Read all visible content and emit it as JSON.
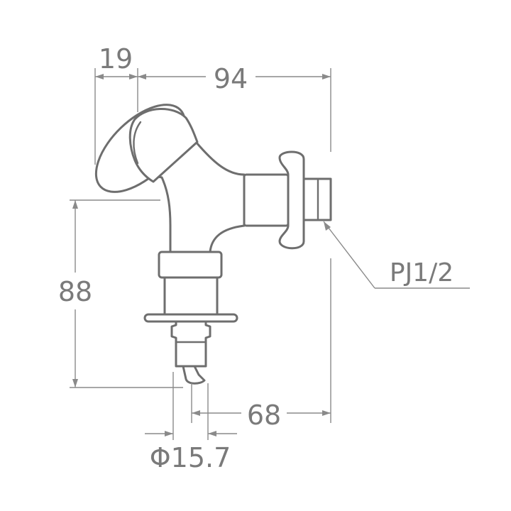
{
  "dimensions": {
    "handle_offset": "19",
    "overall_width": "94",
    "height": "88",
    "outlet_offset": "68",
    "hose_diameter": "Φ15.7"
  },
  "callout": {
    "thread_spec": "PJ1/2"
  },
  "colors": {
    "line": "#6e6e6e",
    "dimension": "#8a8a8a",
    "text": "#7a7a7a",
    "background": "#ffffff"
  }
}
